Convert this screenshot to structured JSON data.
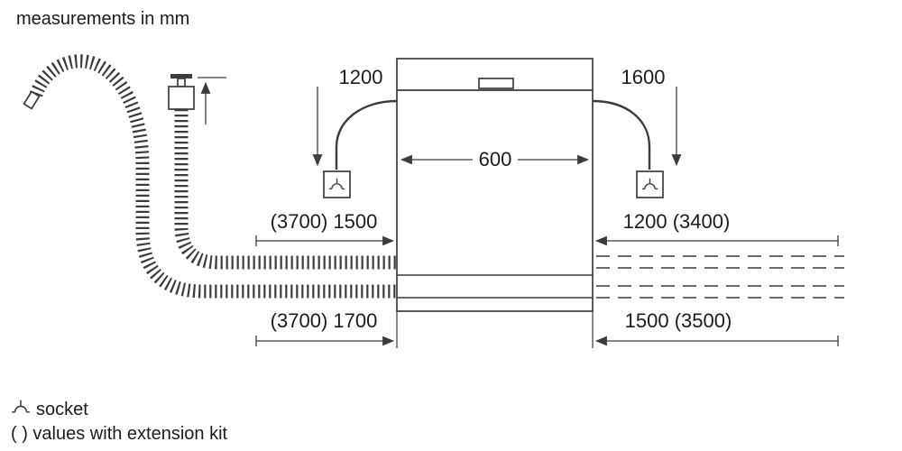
{
  "title": "measurements in mm",
  "dims": {
    "plug_left": "1200",
    "plug_right": "1600",
    "machine_width": "600",
    "inlet_left": "(3700) 1500",
    "inlet_right": "1200 (3400)",
    "drain_left": "(3700) 1700",
    "drain_right": "1500 (3500)"
  },
  "legend": {
    "socket": "socket",
    "extension": "( ) values with extension kit"
  },
  "icons": {
    "socket": "socket-icon",
    "tap": "water-tap-icon",
    "hose": "corrugated-hose"
  },
  "colors": {
    "line": "#3c3c3c",
    "text": "#1c1c1c",
    "background": "#ffffff"
  }
}
